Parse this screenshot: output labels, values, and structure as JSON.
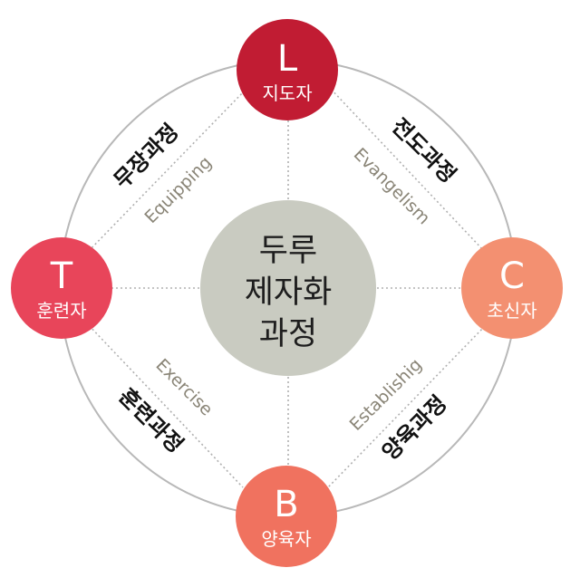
{
  "center": {
    "lines": [
      "두루",
      "제자화",
      "과정"
    ],
    "color": "#c9cbc1"
  },
  "nodes": {
    "top": {
      "letter": "L",
      "label": "지도자",
      "color": "#c11c33"
    },
    "left": {
      "letter": "T",
      "label": "훈련자",
      "color": "#e8455a"
    },
    "right": {
      "letter": "C",
      "label": "초신자",
      "color": "#f39071"
    },
    "bottom": {
      "letter": "B",
      "label": "양육자",
      "color": "#f0725f"
    }
  },
  "processes": {
    "top_left": {
      "korean": "무장과정",
      "english": "Equipping"
    },
    "top_right": {
      "korean": "전도과정",
      "english": "Evangelism"
    },
    "bottom_left": {
      "korean": "훈련과정",
      "english": "Exercise"
    },
    "bottom_right": {
      "korean": "양육과정",
      "english": "Establishig"
    }
  },
  "colors": {
    "ring": "#b8b8b8",
    "connector": "#b0b0b0"
  }
}
